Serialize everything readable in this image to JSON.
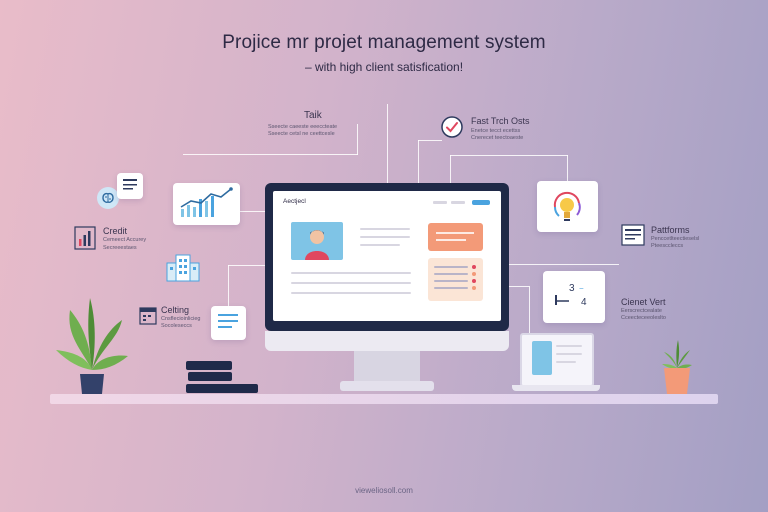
{
  "header": {
    "title": "Projice mr projet management system",
    "subtitle": "– with high client satisfication!"
  },
  "footer": {
    "text": "vieweliosoll.com"
  },
  "monitor": {
    "app_name": "Aectjecl"
  },
  "callouts": {
    "task": {
      "title": "Taik",
      "line1": "Sseecte caeeste eeeccteate",
      "line2": "Sseecte cetsl ne ceettcesle"
    },
    "fast_track": {
      "title": "Fast Trch Osts",
      "line1": "Enetce tecct ecettss",
      "line2": "Cnerecet teectoaeste"
    },
    "credit": {
      "title": "Credit",
      "line1": "Cemeect Accurey",
      "line2": "Secreeestaes"
    },
    "platforms": {
      "title": "Pattforms",
      "line1": "Penccetlteectieselsl",
      "line2": "Pteesccleccs"
    },
    "editing": {
      "title": "Celting",
      "line1": "Cnsflecioinlicieg",
      "line2": "Socoleseccs"
    },
    "client_vert": {
      "title": "Cienet Vert",
      "line1": "Eerscrectcealate",
      "line2": "Cceecteceeoleslto"
    }
  },
  "icons": [
    "brain-icon",
    "document-icon",
    "line-chart-icon",
    "bar-chart-icon",
    "building-icon",
    "notes-icon",
    "checkmark-icon",
    "lightbulb-icon",
    "calendar-icon",
    "plant-icon"
  ],
  "colors": {
    "accent_orange": "#f39a78",
    "accent_blue": "#4aa3df",
    "monitor_navy": "#1f2947",
    "background_left": "#e9bcc9",
    "background_right": "#a39fc4"
  }
}
